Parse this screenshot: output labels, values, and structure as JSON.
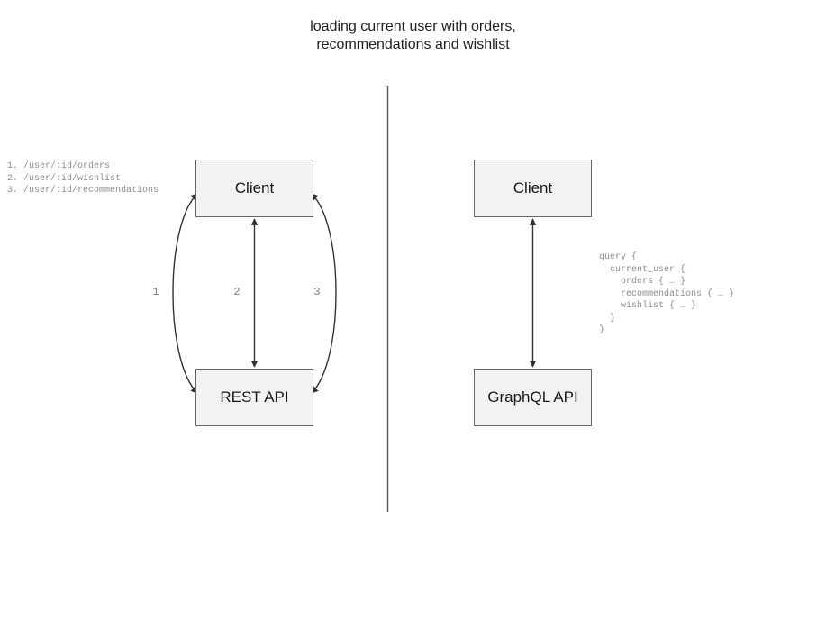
{
  "title": "loading current user with orders,\nrecommendations and wishlist",
  "colors": {
    "background": "#ffffff",
    "node_fill": "#f2f2f2",
    "node_border": "#666666",
    "edge_stroke": "#333333",
    "divider_stroke": "#555555",
    "annotation_text": "#8c8c8c",
    "label_text": "#7d7d7d",
    "title_text": "#1f1f1f"
  },
  "rest_side": {
    "client_label": "Client",
    "api_label": "REST API",
    "endpoint_list": "1. /user/:id/orders\n2. /user/:id/wishlist\n3. /user/:id/recommendations",
    "edges": [
      {
        "number": "1",
        "shape": "curve-left",
        "direction": "bidirectional"
      },
      {
        "number": "2",
        "shape": "straight",
        "direction": "bidirectional"
      },
      {
        "number": "3",
        "shape": "curve-right",
        "direction": "bidirectional"
      }
    ]
  },
  "graphql_side": {
    "client_label": "Client",
    "api_label": "GraphQL API",
    "query_text": "query {\n  current_user {\n    orders { … }\n    recommendations { … }\n    wishlist { … }\n  }\n}",
    "edges": [
      {
        "shape": "straight",
        "direction": "bidirectional"
      }
    ]
  },
  "divider": {
    "orientation": "vertical"
  }
}
